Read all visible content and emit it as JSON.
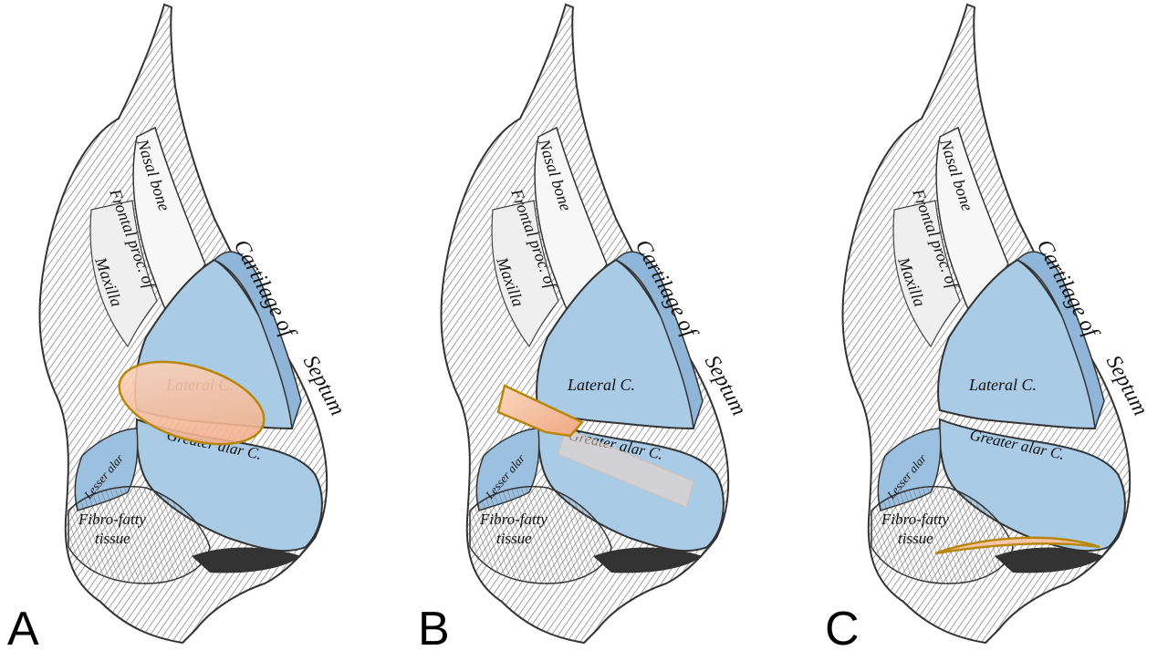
{
  "panels": [
    {
      "letter": "A",
      "labels": {
        "nasal_bone": "Nasal bone",
        "frontal_proc": "Frontal proc. of",
        "maxilla": "Maxilla",
        "cartilage_of": "Cartilage of",
        "septum": "Septum",
        "lateral": "Lateral C.",
        "greater_alar": "Greater alar C.",
        "lesser_alar": "Lesser alar",
        "fibro_fatty": "Fibro-fatty",
        "tissue": "tissue"
      },
      "graft": "ellipse"
    },
    {
      "letter": "B",
      "labels": {
        "nasal_bone": "Nasal bone",
        "frontal_proc": "Frontal proc. of",
        "maxilla": "Maxilla",
        "cartilage_of": "Cartilage of",
        "septum": "Septum",
        "lateral": "Lateral C.",
        "greater_alar": "Greater alar C.",
        "lesser_alar": "Lesser alar",
        "fibro_fatty": "Fibro-fatty",
        "tissue": "tissue"
      },
      "graft": "strut"
    },
    {
      "letter": "C",
      "labels": {
        "nasal_bone": "Nasal bone",
        "frontal_proc": "Frontal proc. of",
        "maxilla": "Maxilla",
        "cartilage_of": "Cartilage of",
        "septum": "Septum",
        "lateral": "Lateral C.",
        "greater_alar": "Greater alar C.",
        "lesser_alar": "Lesser alar",
        "fibro_fatty": "Fibro-fatty",
        "tissue": "tissue"
      },
      "graft": "rim"
    }
  ],
  "colors": {
    "cartilage_fill": "#a9cbe6",
    "graft_fill": "#f4b896",
    "graft_stroke": "#b8860b",
    "skin_lines": "#2a2a2a"
  }
}
